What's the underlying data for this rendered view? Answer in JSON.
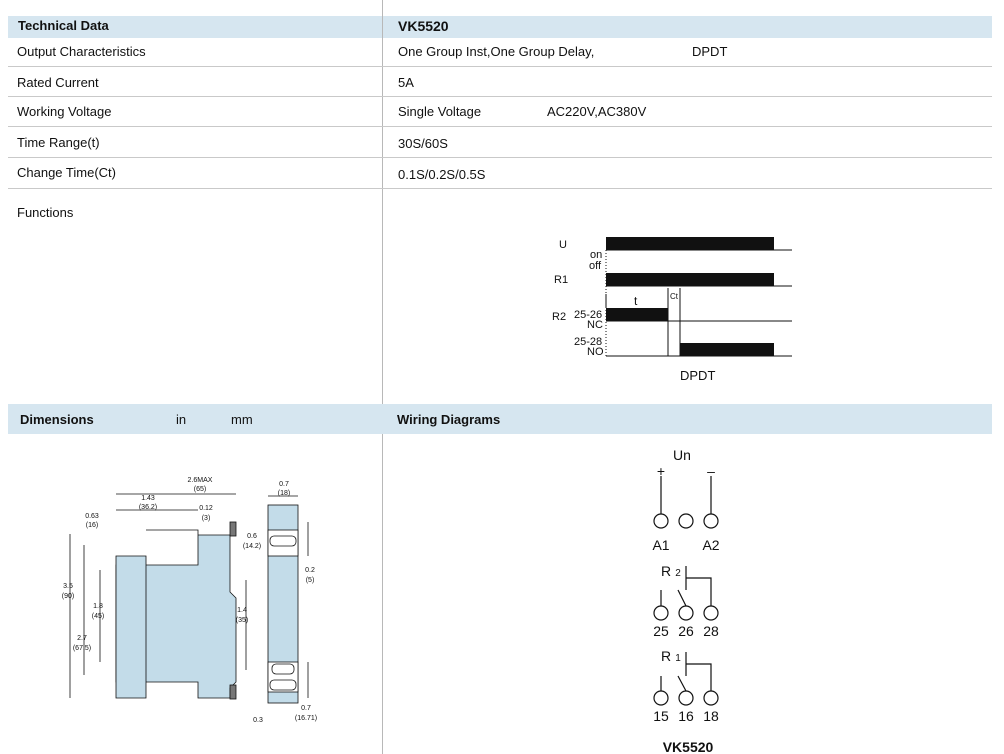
{
  "spec_table": {
    "header": {
      "label": "Technical Data",
      "model": "VK5520"
    },
    "rows": [
      {
        "label": "Output Characteristics",
        "value": "One Group Inst,One Group Delay,",
        "extra": "DPDT"
      },
      {
        "label": "Rated Current",
        "value": "5A"
      },
      {
        "label": "Working Voltage",
        "value": "Single Voltage",
        "extra": "AC220V,AC380V"
      },
      {
        "label": "Time Range(t)",
        "value": "30S/60S"
      },
      {
        "label": "Change Time(Ct)",
        "value": "0.1S/0.2S/0.5S"
      }
    ],
    "functions_label": "Functions"
  },
  "timing_diagram": {
    "rows": {
      "u": "U",
      "on": "on",
      "off": "off",
      "r1": "R1",
      "r2": "R2",
      "nc_pins": "25-26",
      "nc": "NC",
      "no_pins": "25-28",
      "no": "NO"
    },
    "t_label": "t",
    "ct_label": "Ct",
    "caption": "DPDT"
  },
  "dimensions": {
    "title": "Dimensions",
    "unit_in": "in",
    "unit_mm": "mm",
    "labels": {
      "w_max": "2.6MAX",
      "w_max_mm": "(65)",
      "w_143": "1.43",
      "w_143_mm": "(36.2)",
      "w_063": "0.63",
      "w_063_mm": "(16)",
      "w_012": "0.12",
      "w_012_mm": "(3)",
      "h_35": "3.5",
      "h_35_mm": "(90)",
      "h_18": "1.8",
      "h_18_mm": "(45)",
      "h_27": "2.7",
      "h_27_mm": "(67.5)",
      "h_14": "1.4",
      "h_14_mm": "(35)",
      "s_07": "0.7",
      "s_07_mm": "(18)",
      "s_06": "0.6",
      "s_06_mm": "(14.2)",
      "s_02": "0.2",
      "s_02_mm": "(5)",
      "s_03": "0.3",
      "s_07b": "0.7",
      "s_07b_mm": "(16.71)"
    }
  },
  "wiring": {
    "title": "Wiring Diagrams",
    "un": "Un",
    "plus": "+",
    "minus": "–",
    "a1": "A1",
    "a2": "A2",
    "r2_label": "R",
    "r2_sub": "2",
    "r2_pins": [
      "25",
      "26",
      "28"
    ],
    "r1_label": "R",
    "r1_sub": "1",
    "r1_pins": [
      "15",
      "16",
      "18"
    ],
    "model": "VK5520"
  },
  "colors": {
    "header_bg": "#d6e6f0",
    "body_fill": "#c3dce9",
    "rule": "#c9c9c9"
  }
}
